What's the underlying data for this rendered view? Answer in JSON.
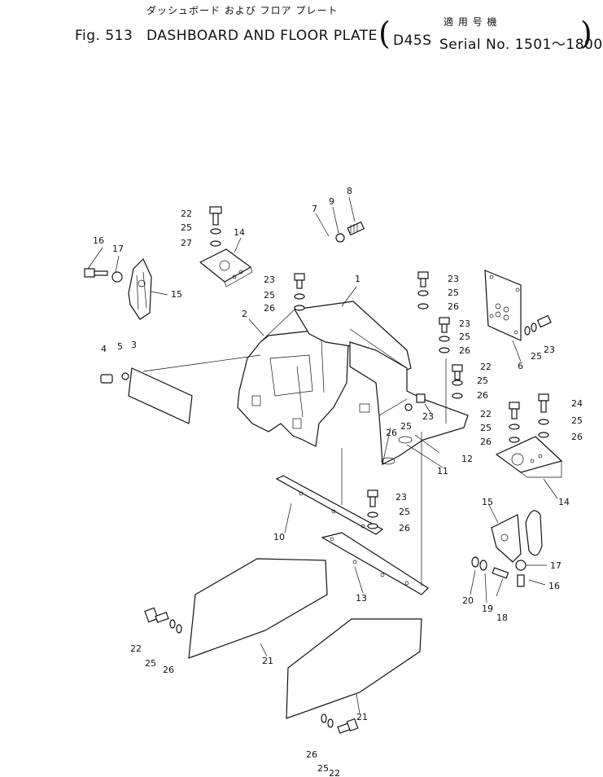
{
  "header": {
    "jp_title": "ダッシュボード および フロア プレート",
    "fig_label": "Fig. 513",
    "title": "DASHBOARD AND FLOOR PLATE",
    "jp_applicable": "適 用 号 機",
    "model": "D45S",
    "serial": "Serial No. 1501～1800"
  },
  "callouts": {
    "c1": "1",
    "c2": "2",
    "c3": "3",
    "c4": "4",
    "c5": "5",
    "c6": "6",
    "c7": "7",
    "c8": "8",
    "c9": "9",
    "c10": "10",
    "c11": "11",
    "c12": "12",
    "c13": "13",
    "c14a": "14",
    "c14b": "14",
    "c15a": "15",
    "c15b": "15",
    "c16a": "16",
    "c16b": "16",
    "c17a": "17",
    "c17b": "17",
    "c18": "18",
    "c19": "19",
    "c20": "20",
    "c21a": "21",
    "c21b": "21",
    "c22a": "22",
    "c22b": "22",
    "c22c": "22",
    "c22d": "22",
    "c22e": "22",
    "c23a": "23",
    "c23b": "23",
    "c23c": "23",
    "c23d": "23",
    "c23e": "23",
    "c23f": "23",
    "c24": "24",
    "c25a": "25",
    "c25b": "25",
    "c25c": "25",
    "c25d": "25",
    "c25e": "25",
    "c25f": "25",
    "c25g": "25",
    "c25h": "25",
    "c25i": "25",
    "c25j": "25",
    "c25k": "25",
    "c26a": "26",
    "c26b": "26",
    "c26c": "26",
    "c26d": "26",
    "c26e": "26",
    "c26f": "26",
    "c26g": "26",
    "c26h": "26",
    "c26i": "26",
    "c27": "27"
  }
}
